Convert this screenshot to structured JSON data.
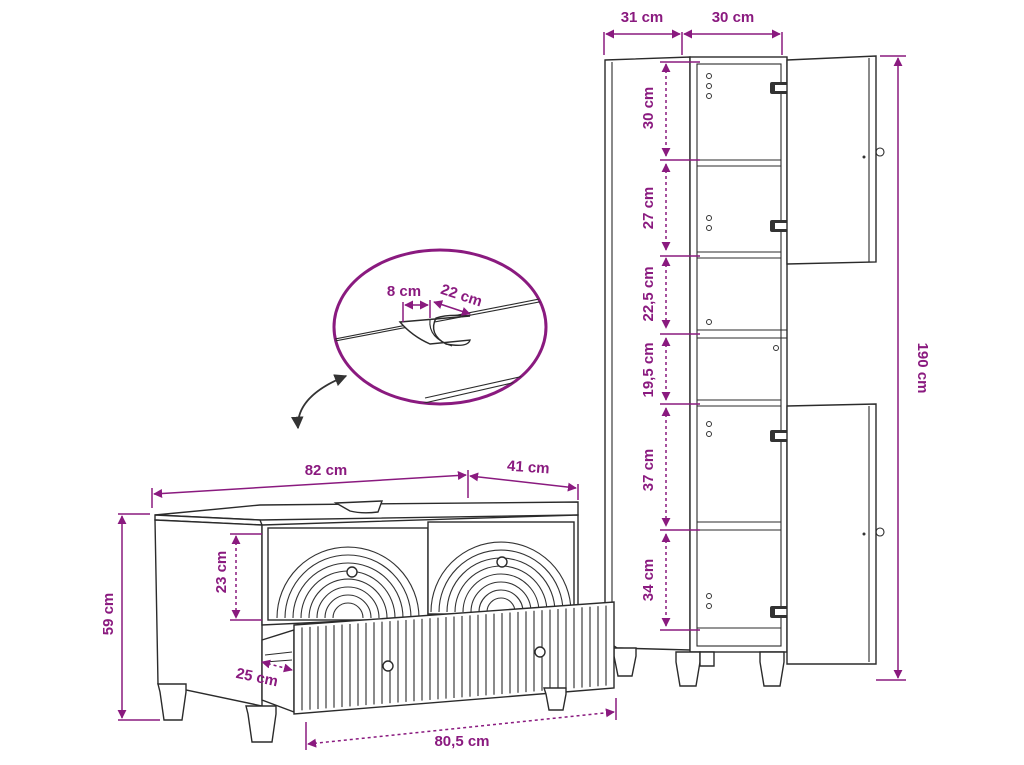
{
  "colors": {
    "accent": "#8a1a7f",
    "line": "#2b2b2b",
    "background": "#ffffff"
  },
  "labels": {
    "cabinet_depth_top": "31 cm",
    "cabinet_width_top": "30 cm",
    "shelf_1": "30 cm",
    "shelf_2": "27 cm",
    "shelf_3": "22,5 cm",
    "shelf_4": "19,5 cm",
    "shelf_5": "37 cm",
    "shelf_6": "34 cm",
    "cabinet_height": "190 cm",
    "cutout_8": "8 cm",
    "cutout_22": "22 cm",
    "vanity_width": "82 cm",
    "vanity_depth": "41 cm",
    "vanity_height": "59 cm",
    "drawer_height": "23 cm",
    "drawer_depth": "25 cm",
    "drawer_width": "80,5 cm"
  }
}
